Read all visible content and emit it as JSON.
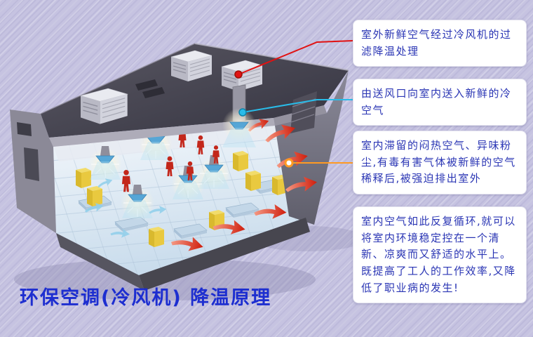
{
  "page": {
    "title": "环保空调(冷风机)  降温原理",
    "background_color": "#c6c3e1"
  },
  "callouts": [
    {
      "text": "室外新鲜空气经过冷风机的过滤降温处理",
      "connector_color": "#e11212",
      "marker": "solid-red-dot"
    },
    {
      "text": "由送风口向室内送入新鲜的冷空气",
      "connector_color": "#29bce9",
      "marker": "solid-cyan-dot"
    },
    {
      "text": "室内滞留的闷热空气、异味粉尘,有毒有害气体被新鲜的空气稀释后,被强迫排出室外",
      "connector_color": "#ff9a22",
      "marker": "hollow-orange-dot"
    },
    {
      "text": "室内空气如此反复循环,就可以将室内环境稳定控在一个清新、凉爽而又舒适的水平上。既提高了工人的工作效率,又降低了职业病的发生!",
      "connector_color": "",
      "marker": ""
    }
  ],
  "colors": {
    "callout_text": "#2a35b4",
    "callout_background": "#ffffff",
    "title": "#1d2ed0",
    "supply_air": "#29bce9",
    "exhaust_air": "#e11212",
    "machines": "#e9c93f"
  },
  "illustration": {
    "type": "isometric-cutaway-diagram",
    "elements": [
      "rooftop-evaporative-cooler-units",
      "supply-air-duct",
      "ceiling-air-diffusers",
      "workers",
      "machines",
      "work-benches",
      "exhaust-air-arrows",
      "circulation-air-arrows"
    ]
  }
}
